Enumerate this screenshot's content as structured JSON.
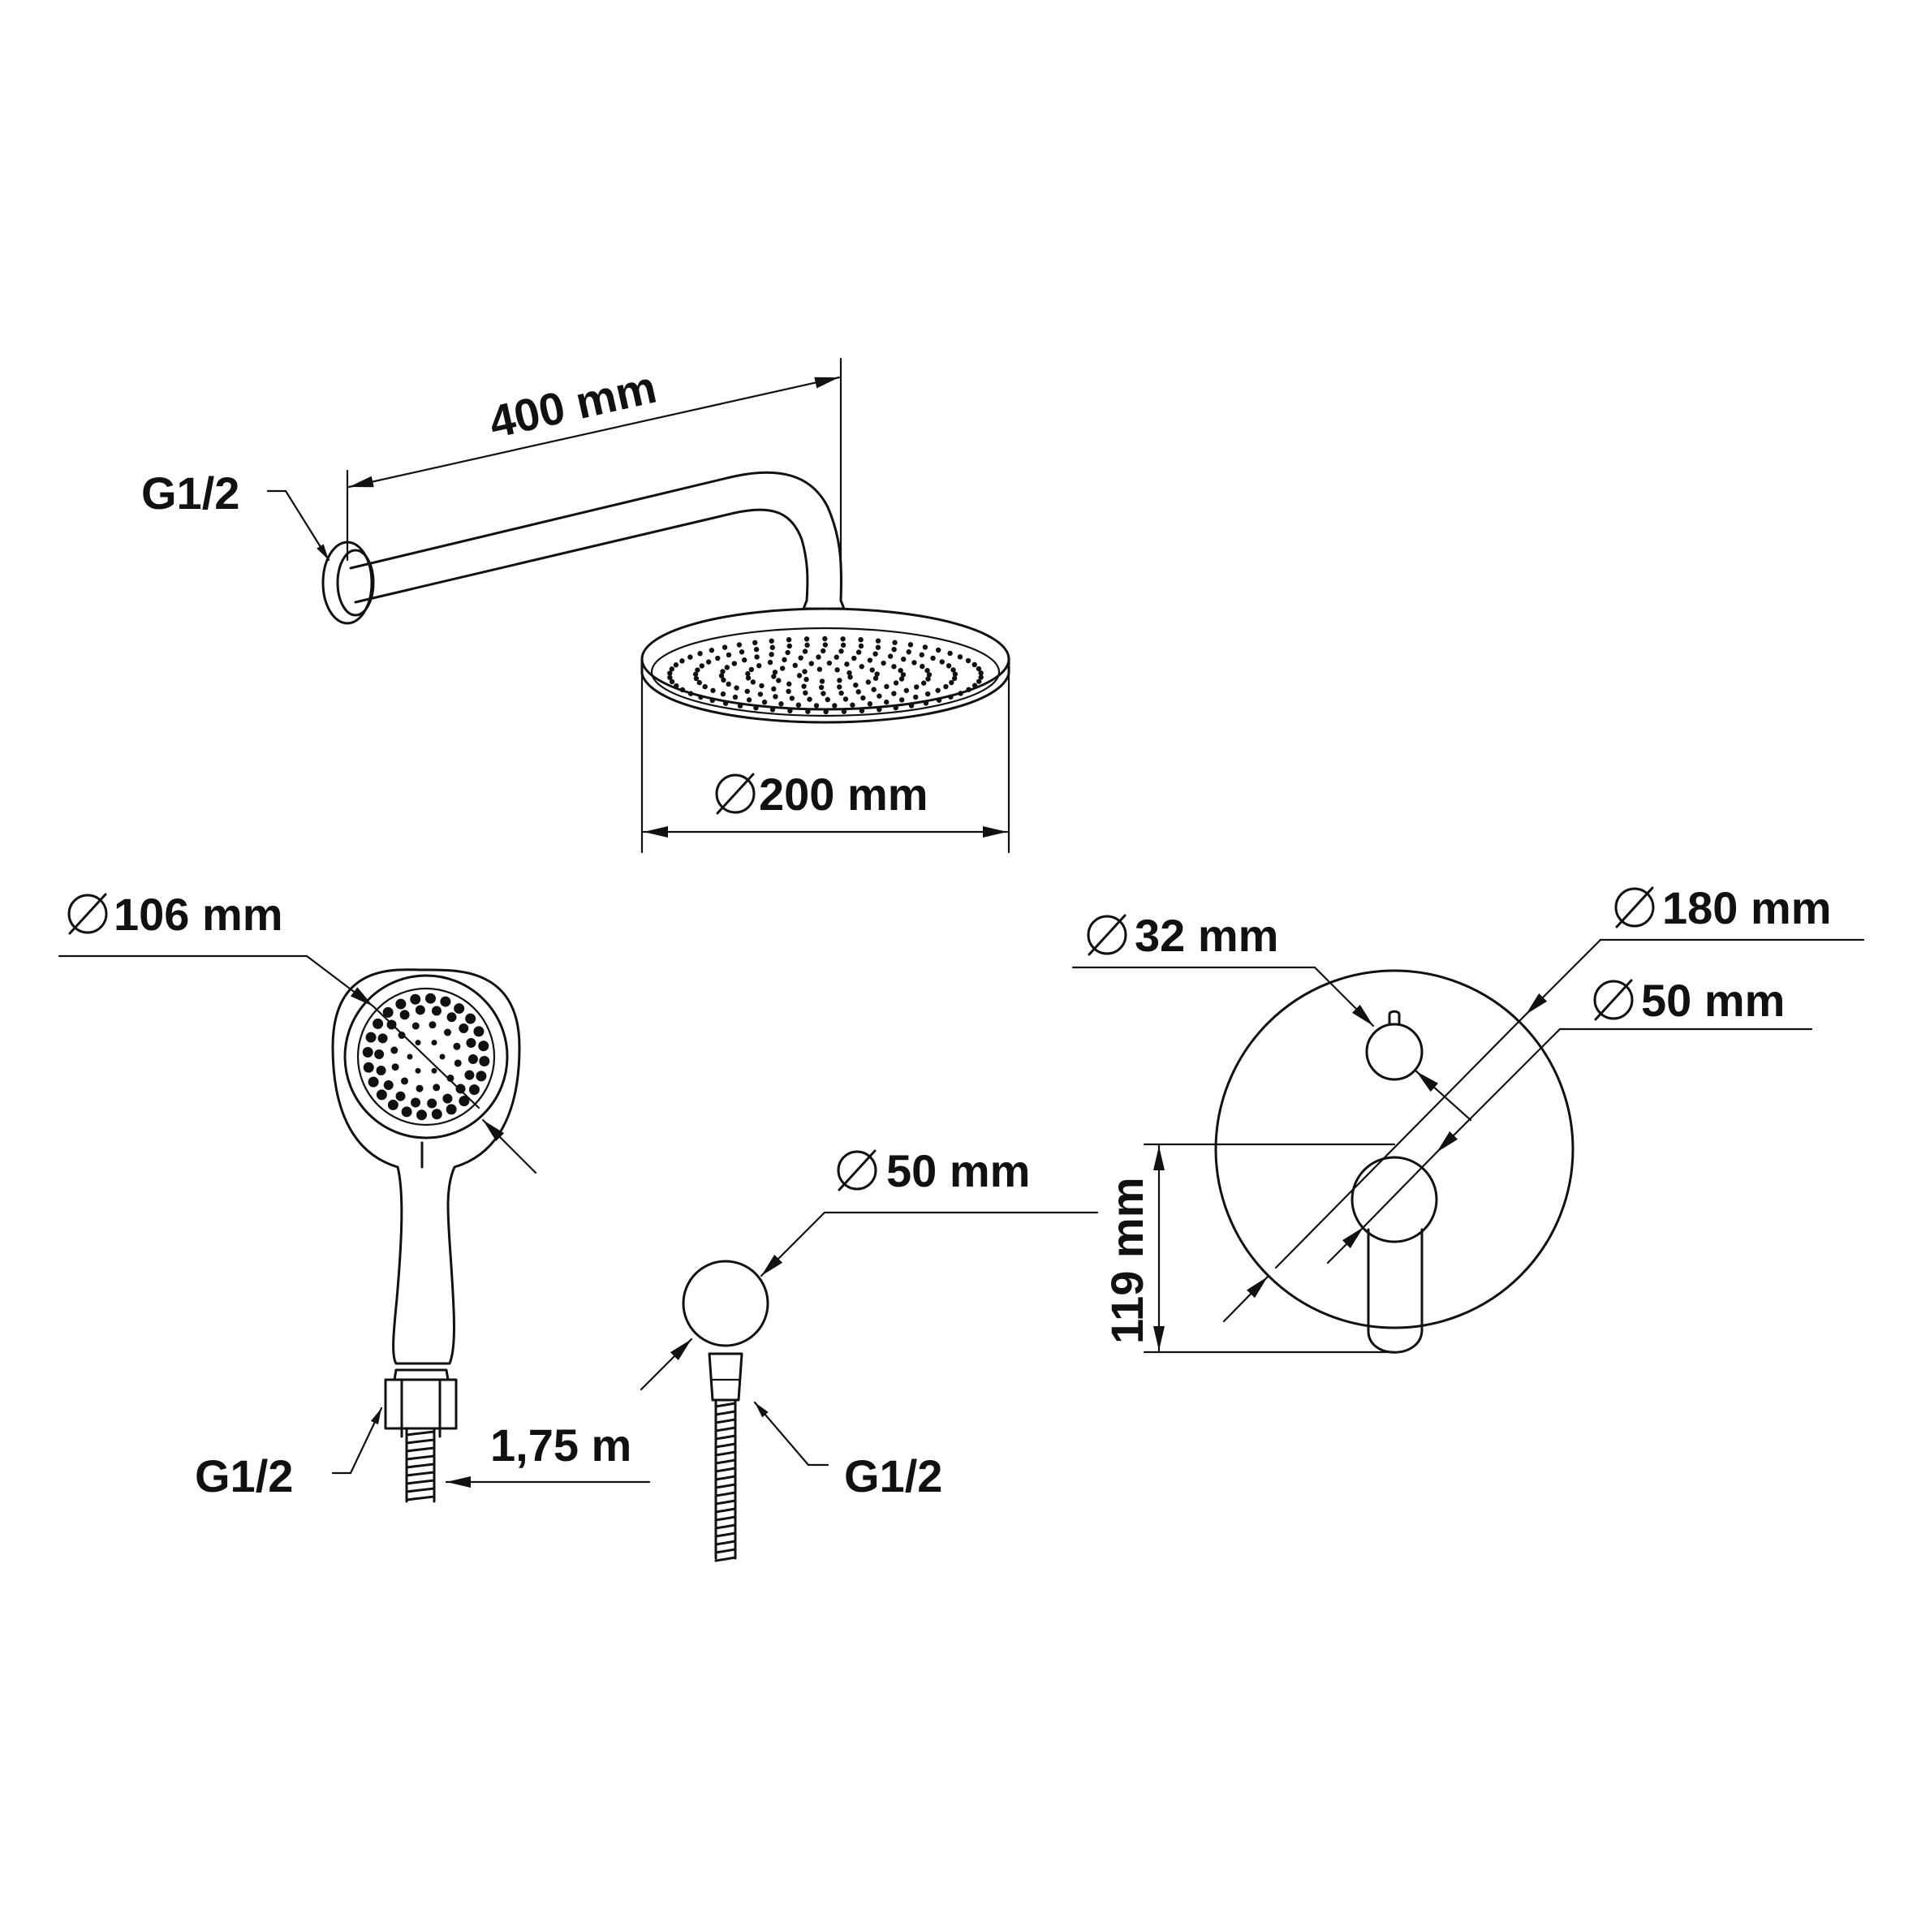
{
  "labels": {
    "arm_thread": "G1/2",
    "arm_length": "400 mm",
    "head_diameter": "200 mm",
    "hand_diameter": "106 mm",
    "hand_thread": "G1/2",
    "hose_length": "1,75 m",
    "outlet_diameter": "50 mm",
    "outlet_thread": "G1/2",
    "knob_diameter": "32 mm",
    "plate_diameter": "180 mm",
    "lever_diameter": "50 mm",
    "lever_height": "119 mm"
  },
  "colors": {
    "line": "#111111",
    "background": "#ffffff"
  }
}
